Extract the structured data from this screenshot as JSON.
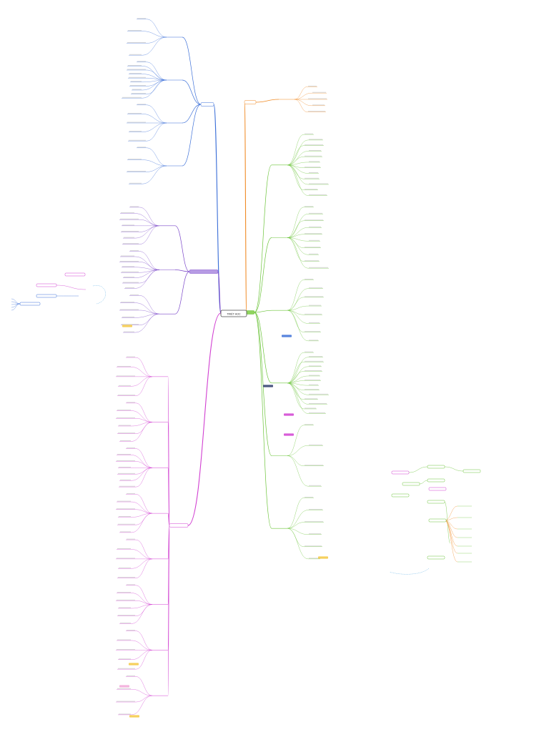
{
  "central": {
    "label": "TRIẾT HỌC"
  },
  "branches": [
    {
      "id": "blue",
      "color": "#3b6fd8",
      "label": "",
      "children": [
        {
          "label": "",
          "leaves": 4
        },
        {
          "label": "",
          "leaves": 10
        },
        {
          "label": "",
          "leaves": 5
        },
        {
          "label": "",
          "leaves": 4
        }
      ]
    },
    {
      "id": "purple",
      "color": "#7b47c9",
      "label": "",
      "children": [
        {
          "label": "",
          "leaves": 7
        },
        {
          "label": "",
          "leaves": 8
        },
        {
          "label": "",
          "leaves": 6
        }
      ]
    },
    {
      "id": "magenta",
      "color": "#d13fd1",
      "label": "",
      "children": [
        {
          "label": "",
          "leaves": 5
        },
        {
          "label": "",
          "leaves": 6
        },
        {
          "label": "",
          "leaves": 7
        },
        {
          "label": "",
          "leaves": 6
        },
        {
          "label": "",
          "leaves": 5
        },
        {
          "label": "",
          "leaves": 6
        },
        {
          "label": "",
          "leaves": 5
        },
        {
          "label": "",
          "leaves": 4
        }
      ]
    },
    {
      "id": "orange",
      "color": "#f08a24",
      "label": "",
      "children": [
        {
          "label": "",
          "leaves": 5
        }
      ]
    },
    {
      "id": "green",
      "color": "#6cc43a",
      "label": "",
      "children": [
        {
          "label": "",
          "leaves": 12
        },
        {
          "label": "",
          "leaves": 10
        },
        {
          "label": "",
          "leaves": 8
        },
        {
          "label": "",
          "leaves": 14
        },
        {
          "label": "",
          "leaves": 4
        },
        {
          "label": "",
          "leaves": 6
        }
      ]
    }
  ],
  "floating_right": {
    "nodes": [
      {
        "label": ""
      },
      {
        "label": ""
      },
      {
        "label": ""
      },
      {
        "label": ""
      },
      {
        "label": ""
      },
      {
        "label": ""
      },
      {
        "label": ""
      },
      {
        "label": ""
      },
      {
        "label": ""
      },
      {
        "label": ""
      }
    ]
  },
  "floating_left": {
    "nodes": [
      {
        "label": ""
      },
      {
        "label": ""
      },
      {
        "label": ""
      },
      {
        "label": ""
      }
    ]
  }
}
